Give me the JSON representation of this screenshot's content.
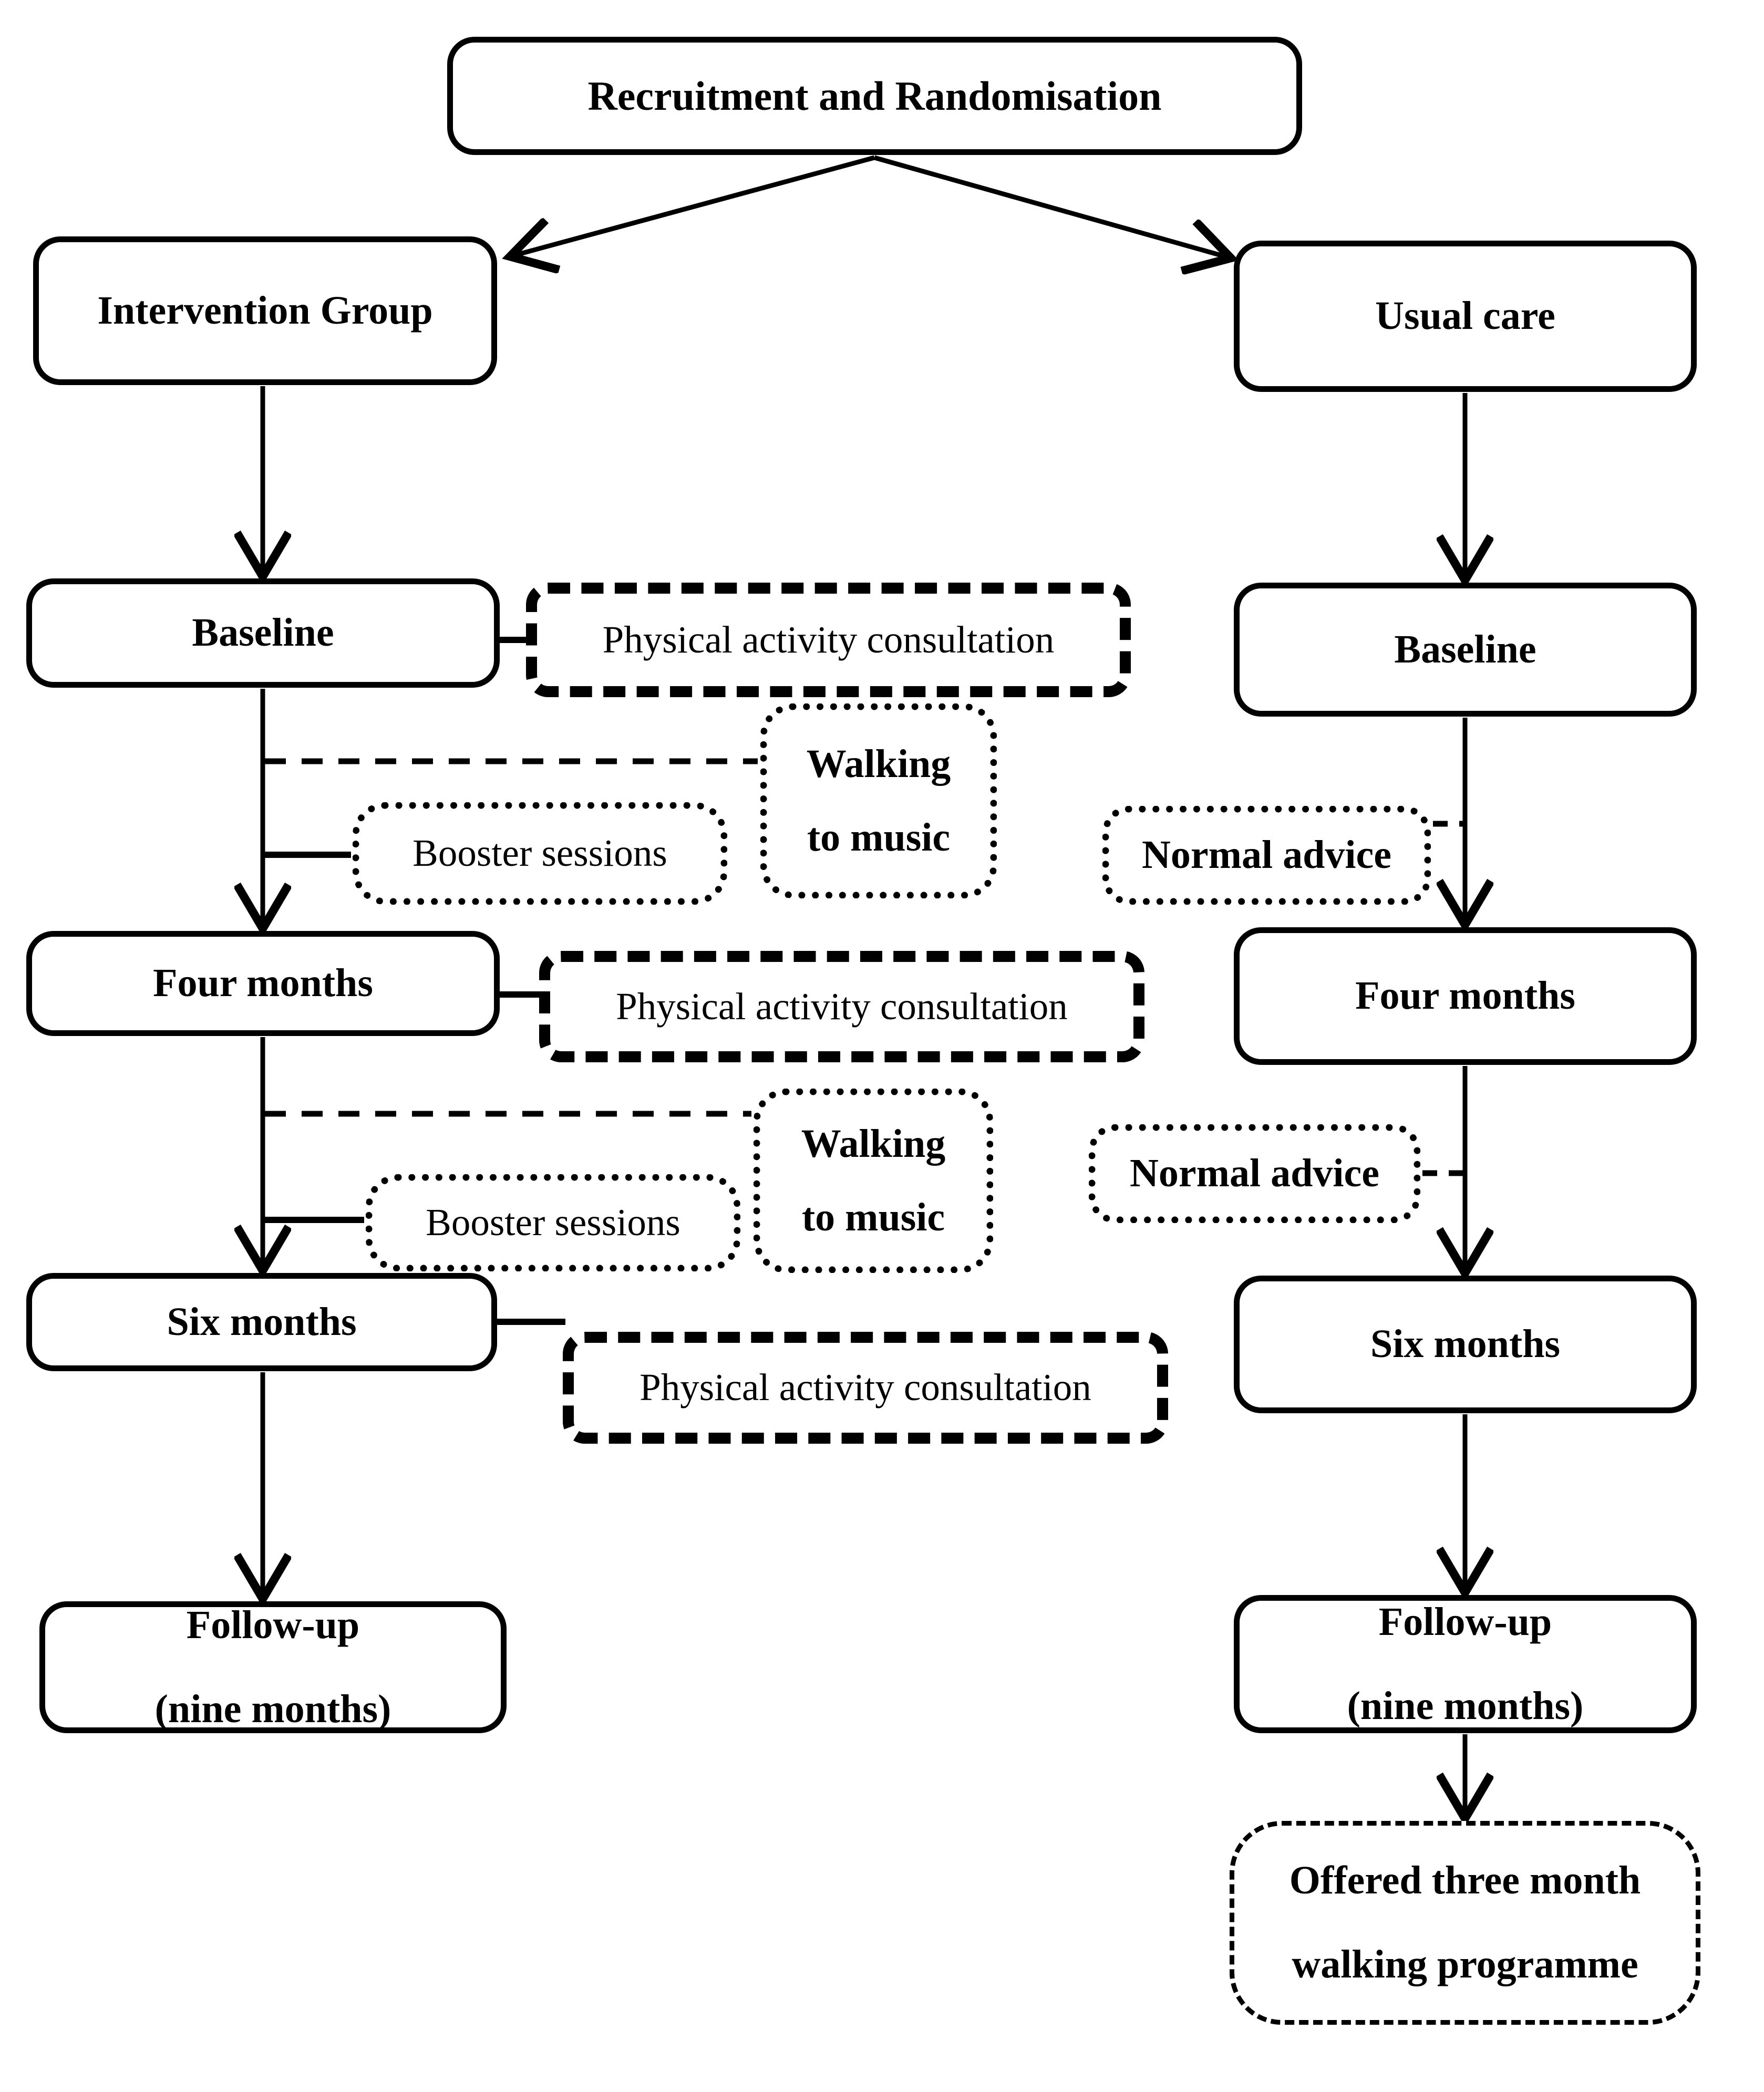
{
  "title": "Recruitment and Randomisation",
  "arms": {
    "intervention": "Intervention Group",
    "usual_care": "Usual care"
  },
  "intervention_timeline": {
    "baseline": "Baseline",
    "four_months": "Four months",
    "six_months": "Six months",
    "follow_up": [
      "Follow-up",
      "(nine months)"
    ]
  },
  "usual_care_timeline": {
    "baseline": "Baseline",
    "four_months": "Four months",
    "six_months": "Six months",
    "follow_up": [
      "Follow-up",
      "(nine months)"
    ],
    "offered": [
      "Offered three month",
      "walking programme"
    ]
  },
  "intervention_components": {
    "consultations": [
      "Physical activity consultation",
      "Physical activity consultation",
      "Physical activity consultation"
    ],
    "walking_to_music": [
      [
        "Walking",
        "to music"
      ],
      [
        "Walking",
        "to music"
      ]
    ],
    "booster_sessions": [
      "Booster sessions",
      "Booster sessions"
    ]
  },
  "usual_care_components": {
    "normal_advice": [
      "Normal advice",
      "Normal advice"
    ]
  }
}
